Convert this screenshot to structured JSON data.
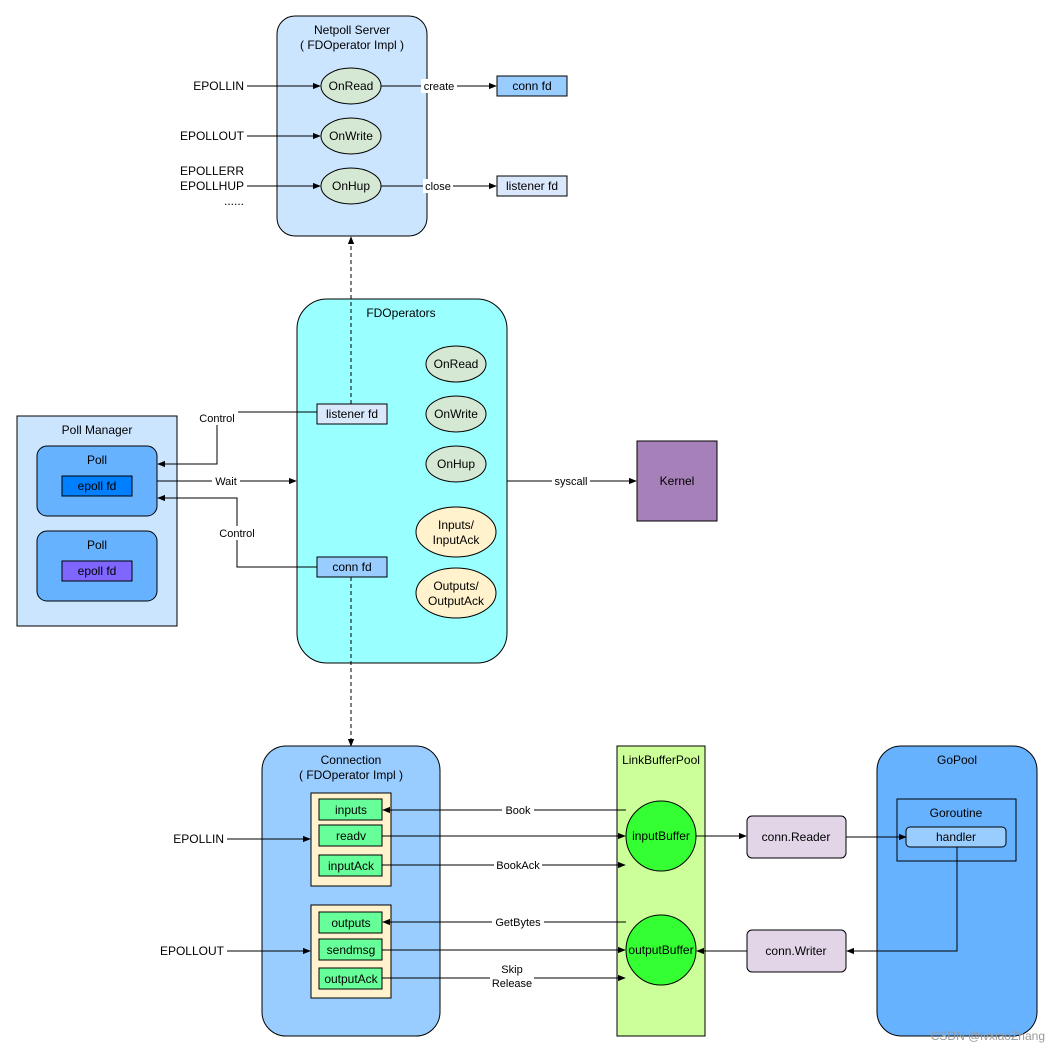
{
  "netpoll_server": {
    "title": "Netpoll Server",
    "subtitle": "( FDOperator Impl )",
    "on_read": "OnRead",
    "on_write": "OnWrite",
    "on_hup": "OnHup",
    "epollin": "EPOLLIN",
    "epollout": "EPOLLOUT",
    "epollerr": "EPOLLERR",
    "epollhup": "EPOLLHUP",
    "ellipsis": "......",
    "create_label": "create",
    "close_label": "close",
    "conn_fd": "conn fd",
    "listener_fd": "listener fd"
  },
  "fdoperators": {
    "title": "FDOperators",
    "listener_fd": "listener fd",
    "conn_fd": "conn fd",
    "on_read": "OnRead",
    "on_write": "OnWrite",
    "on_hup": "OnHup",
    "inputs_line1": "Inputs/",
    "inputs_line2": "InputAck",
    "outputs_line1": "Outputs/",
    "outputs_line2": "OutputAck",
    "syscall_label": "syscall"
  },
  "kernel": {
    "label": "Kernel"
  },
  "poll_manager": {
    "title": "Poll Manager",
    "poll1_title": "Poll",
    "poll1_fd": "epoll fd",
    "poll2_title": "Poll",
    "poll2_fd": "epoll fd",
    "control_top": "Control",
    "wait": "Wait",
    "control_bottom": "Control"
  },
  "connection": {
    "title": "Connection",
    "subtitle": "( FDOperator Impl )",
    "epollin": "EPOLLIN",
    "epollout": "EPOLLOUT",
    "inputs": "inputs",
    "readv": "readv",
    "input_ack": "inputAck",
    "outputs": "outputs",
    "sendmsg": "sendmsg",
    "output_ack": "outputAck"
  },
  "link_buffer_pool": {
    "title": "LinkBufferPool",
    "input_buffer": "inputBuffer",
    "output_buffer": "outputBuffer",
    "book": "Book",
    "book_ack": "BookAck",
    "get_bytes": "GetBytes",
    "skip": "Skip",
    "release": "Release"
  },
  "conn_reader": "conn.Reader",
  "conn_writer": "conn.Writer",
  "gopool": {
    "title": "GoPool",
    "goroutine": "Goroutine",
    "handler": "handler"
  },
  "watermark": "CSDN @lvxiaoZhang",
  "colors": {
    "server_bg": "#cce5ff",
    "fdop_bg": "#99ffff",
    "green_oval": "#d5e8d4",
    "yellow_oval": "#fff2cc",
    "kernel": "#a680b8",
    "pollmgr_bg": "#cce5ff",
    "poll_bg": "#66b2ff",
    "epoll_fd_1": "#007fff",
    "epoll_fd_2": "#7f66ff",
    "connection_bg": "#99ccff",
    "group_bg": "#fff2cc",
    "green_rect": "#66ff99",
    "lbp_bg": "#ccff99",
    "buffer_circle": "#33ff33",
    "reader_writer": "#e1d5e7",
    "gopool_bg": "#66b2ff"
  }
}
